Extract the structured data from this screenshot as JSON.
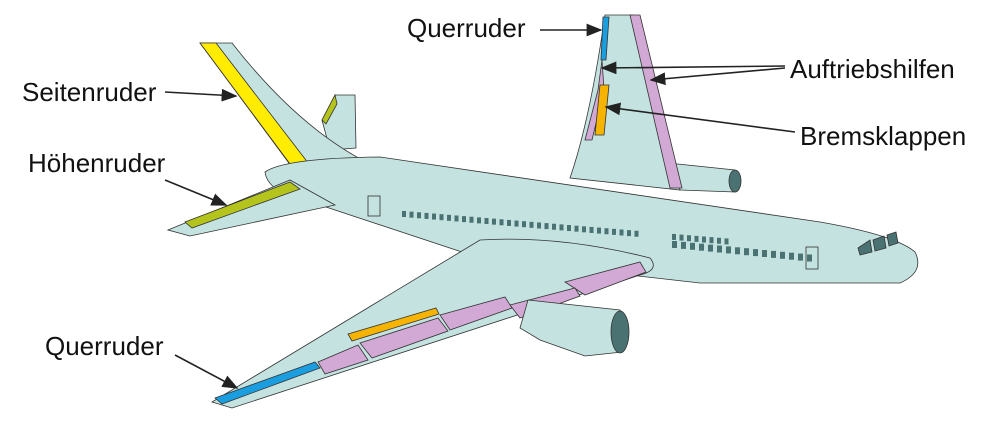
{
  "labels": {
    "aileron_top": "Querruder",
    "rudder": "Seitenruder",
    "elevator": "Höhenruder",
    "high_lift": "Auftriebshilfen",
    "spoilers": "Bremsklappen",
    "aileron_bottom": "Querruder"
  },
  "colors": {
    "body": "#c3e2e0",
    "rudder": "#ffec00",
    "elevator": "#b4c41c",
    "aileron": "#1b9ee0",
    "high_lift": "#d2a8d4",
    "spoilers": "#f6b400",
    "engine_inlet": "#4a7272"
  }
}
